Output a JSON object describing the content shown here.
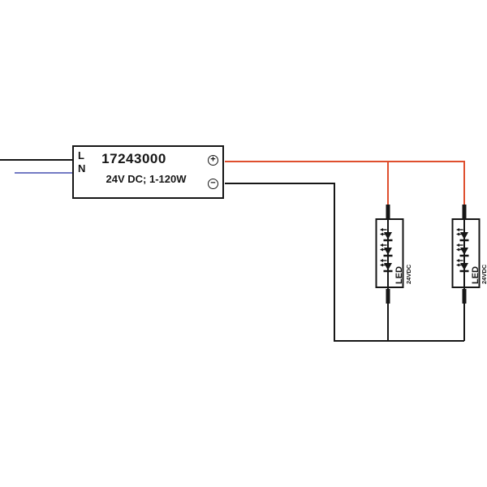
{
  "diagram": {
    "driver": {
      "part_number": "17243000",
      "spec": "24V DC; 1-120W",
      "input_terminals": {
        "live": "L",
        "neutral": "N"
      },
      "output_terminals": {
        "positive": "+",
        "negative": "−"
      }
    },
    "led_modules": [
      {
        "label": "LED",
        "voltage": "24VDC"
      },
      {
        "label": "LED",
        "voltage": "24VDC"
      }
    ],
    "colors": {
      "line": "#161616",
      "positive_wire": "#df4f2e",
      "neutral_wire": "#747bc4",
      "background": "#ffffff"
    }
  }
}
